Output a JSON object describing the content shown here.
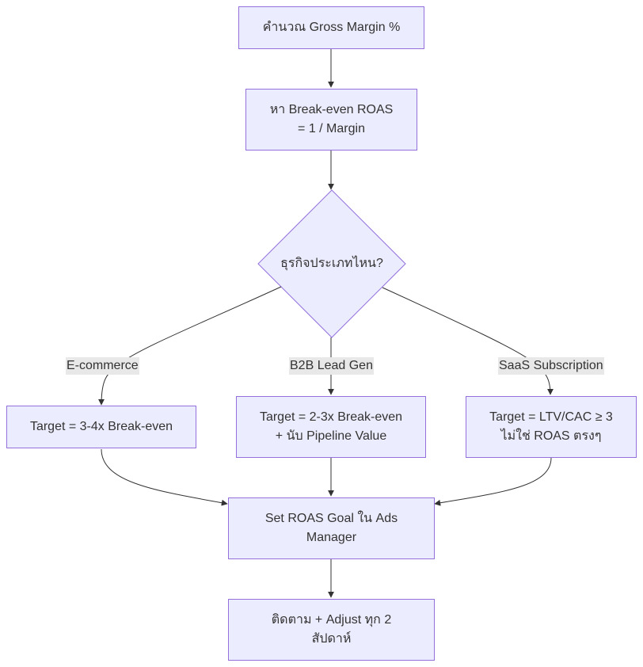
{
  "nodes": {
    "calc_margin": "คำนวณ Gross Margin %",
    "break_even": {
      "line1": "หา Break-even ROAS",
      "line2": "= 1 / Margin"
    },
    "business_type": "ธุรกิจประเภทไหน?",
    "ecommerce_target": "Target = 3-4x Break-even",
    "b2b_target": {
      "line1": "Target = 2-3x Break-even",
      "line2": "+ นับ Pipeline Value"
    },
    "saas_target": {
      "line1": "Target = LTV/CAC ≥ 3",
      "line2": "ไม่ใช่ ROAS ตรงๆ"
    },
    "set_goal": {
      "line1": "Set ROAS Goal ใน Ads",
      "line2": "Manager"
    },
    "monitor": {
      "line1": "ติดตาม + Adjust ทุก 2",
      "line2": "สัปดาห์"
    }
  },
  "edge_labels": {
    "ecommerce": "E-commerce",
    "b2b": "B2B Lead Gen",
    "saas": "SaaS Subscription"
  },
  "colors": {
    "node_fill": "#ececff",
    "node_stroke": "#9370db",
    "edge": "#333333",
    "label_bg": "#e8e8e8"
  }
}
